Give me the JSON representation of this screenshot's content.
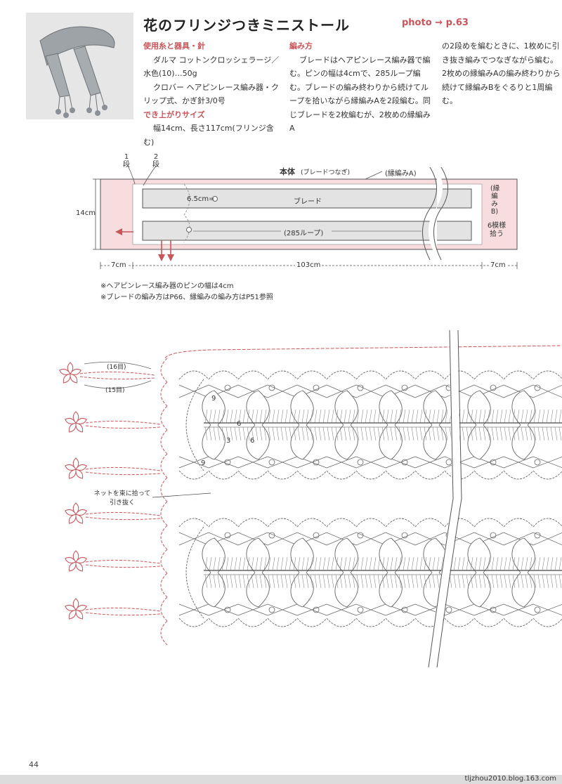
{
  "header": {
    "title": "花のフリンジつきミニストール",
    "photo_ref": "photo → p.63"
  },
  "materials": {
    "heading": "使用糸と器具・針",
    "yarn": "ダルマ コットンクロッシェラージ／水色(10)…50g",
    "tools": "クロバー ヘアピンレース編み器・クリップ式、かぎ針3/0号"
  },
  "finished_size": {
    "heading": "でき上がりサイズ",
    "text": "幅14cm、長さ117cm(フリンジ含む)"
  },
  "method": {
    "heading": "編み方",
    "text": "ブレードはヘアピンレース編み器で編む。ピンの幅は4cmで、285ループ編む。ブレードの編み終わりから続けてループを拾いながら縁編みAを2段編む。同じブレードを2枚編むが、2枚めの縁編みA",
    "continued": "の2段めを編むときに、1枚めに引き抜き編みでつなぎながら編む。2枚めの縁編みAの編み終わりから続けて縁編みBをぐるりと1周編む。"
  },
  "diagram": {
    "body_label": "本体",
    "body_sub": "(ブレードつなぎ)",
    "row1": "1段",
    "row2": "2段",
    "edge_a": "(縁編みA)",
    "edge_b": "(縁編みB)",
    "pick_up": "6模様拾う",
    "braid": "ブレード",
    "loops": "(285ループ)",
    "spacing": "6.5cm=",
    "width": "14cm",
    "left_dim": "7cm",
    "middle_dim": "103cm",
    "right_dim": "7cm"
  },
  "notes": [
    "※ヘアピンレース編み器のピンの幅は4cm",
    "※ブレードの編み方はP66、縁編みの編み方はP51参照"
  ],
  "chart": {
    "row16": "(16目)",
    "row15": "(15目)",
    "n9a": "9",
    "n6a": "6",
    "n3": "3",
    "n6b": "6",
    "n9b": "9",
    "callout": "ネットを束に拾って引き抜く"
  },
  "footer": {
    "page_number": "44",
    "watermark": "tljzhou2010.blog.163.com"
  },
  "colors": {
    "accent": "#c9555a",
    "pink_fill": "#f7dddd",
    "braid_fill": "#e3e3e3"
  }
}
